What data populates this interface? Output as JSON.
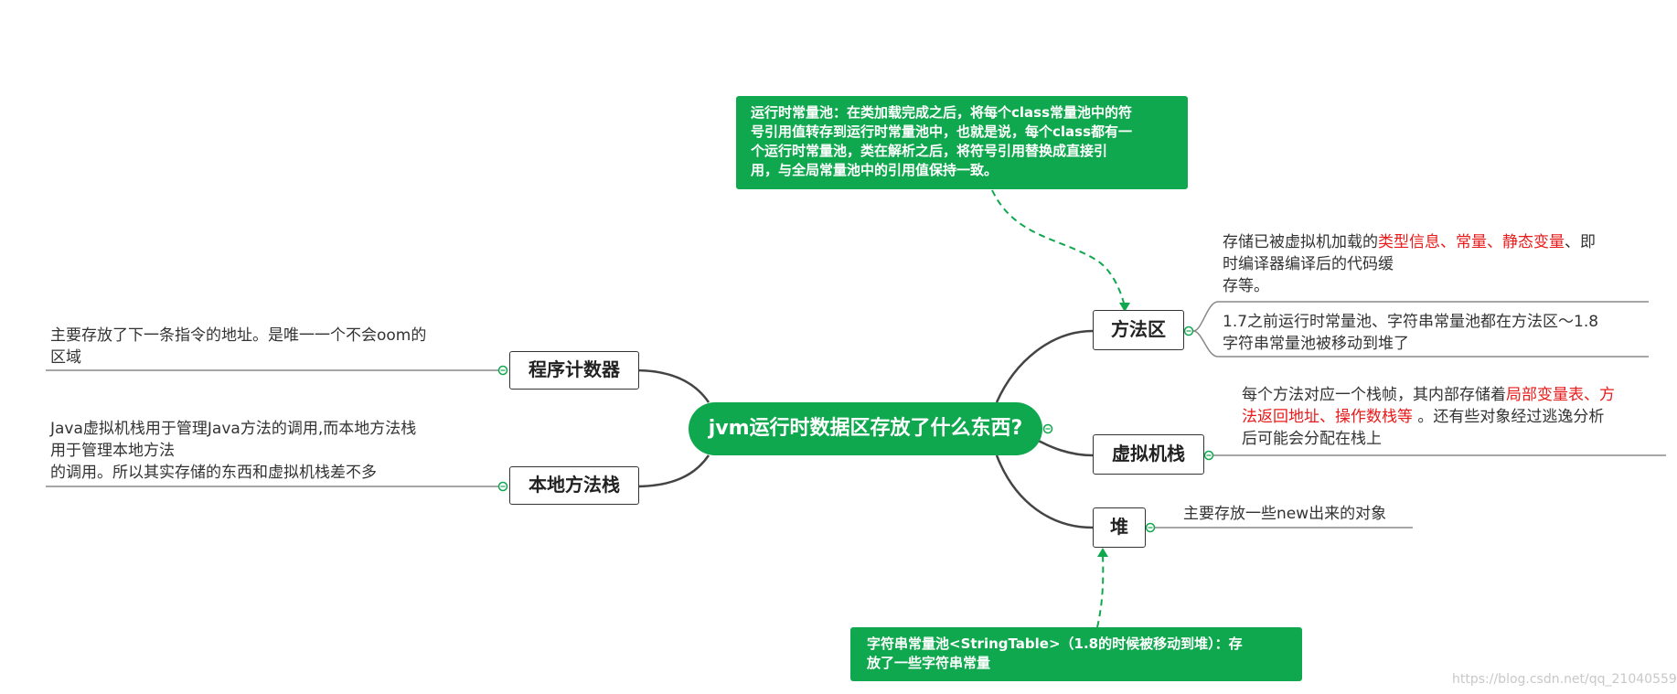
{
  "root": {
    "label": "jvm运行时数据区存放了什么东西?"
  },
  "nodes": {
    "method_area": "方法区",
    "vm_stack": "虚拟机栈",
    "heap": "堆",
    "pc_register": "程序计数器",
    "native_stack": "本地方法栈"
  },
  "notes": {
    "method_area_1": {
      "pre": "存储已被虚拟机加载的",
      "red": "类型信息、常量、静态变量",
      "post1": "、即",
      "line2": "时编译器编译后的代码缓",
      "line3": "存等。"
    },
    "method_area_2": {
      "line1": "1.7之前运行时常量池、字符串常量池都在方法区～1.8",
      "line2": "字符串常量池被移动到堆了"
    },
    "vm_stack": {
      "pre": "每个方法对应一个栈帧，其内部存储着",
      "red1": "局部变量表、方",
      "red2": "法返回地址、操作数栈等",
      "post": " 。还有些对象经过逃逸分析",
      "line3": "后可能会分配在栈上"
    },
    "heap": {
      "text": "主要存放一些new出来的对象"
    },
    "pc_register": {
      "line1": "主要存放了下一条指令的地址。是唯一一个不会oom的",
      "line2": "区域"
    },
    "native_stack": {
      "line1": "Java虚拟机栈用于管理Java方法的调用,而本地方法栈",
      "line2": "用于管理本地方法",
      "line3": "的调用。所以其实存储的东西和虚拟机栈差不多"
    }
  },
  "callouts": {
    "runtime_pool": {
      "line1": "运行时常量池：在类加载完成之后，将每个class常量池中的符",
      "line2": "号引用值转存到运行时常量池中，也就是说，每个class都有一",
      "line3": "个运行时常量池，类在解析之后，将符号引用替换成直接引",
      "line4": "用，与全局常量池中的引用值保持一致。"
    },
    "string_pool": {
      "line1": "字符串常量池<StringTable>（1.8的时候被移动到堆）：存",
      "line2": "放了一些字符串常量"
    }
  },
  "watermark": "https://blog.csdn.net/qq_21040559",
  "colors": {
    "green": "#10a84e",
    "red": "#e81a1a",
    "line": "#444444"
  }
}
